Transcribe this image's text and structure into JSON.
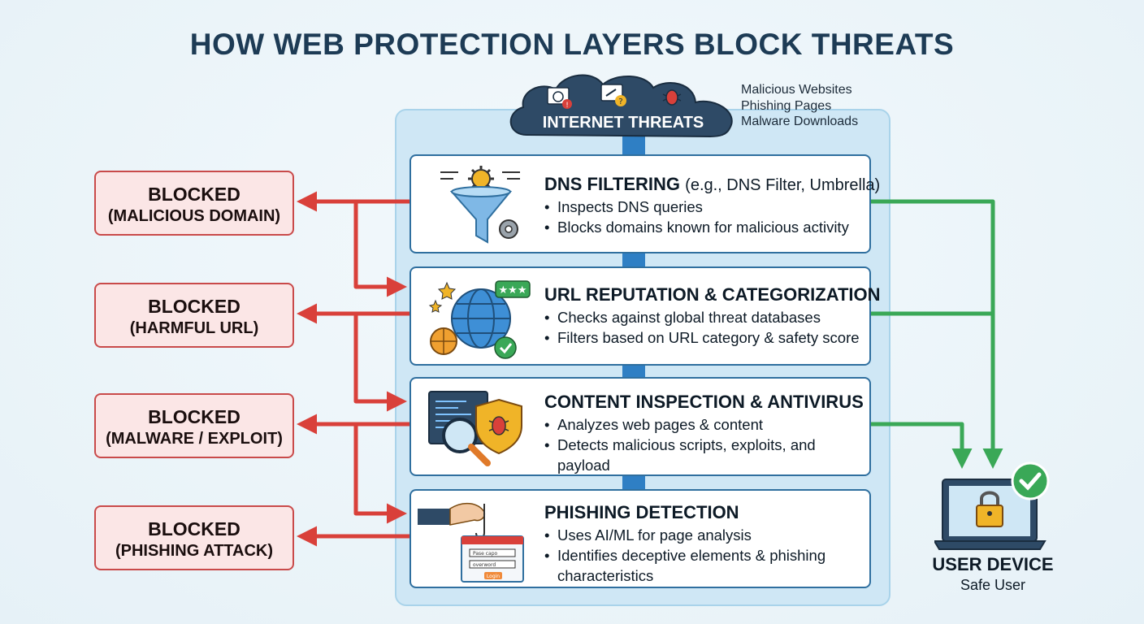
{
  "title": "HOW WEB PROTECTION LAYERS BLOCK THREATS",
  "threats": {
    "label": "INTERNET THREATS",
    "items": [
      "Malicious Websites",
      "Phishing Pages",
      "Malware Downloads"
    ]
  },
  "layers": [
    {
      "title": "DNS FILTERING",
      "subtitle": "(e.g., DNS Filter, Umbrella)",
      "bullets": [
        "Inspects DNS queries",
        "Blocks domains known for malicious activity"
      ]
    },
    {
      "title": "URL REPUTATION & CATEGORIZATION",
      "subtitle": "",
      "bullets": [
        "Checks against global threat databases",
        "Filters based on URL category & safety score"
      ]
    },
    {
      "title": "CONTENT INSPECTION & ANTIVIRUS",
      "subtitle": "",
      "bullets": [
        "Analyzes web pages & content",
        "Detects malicious scripts, exploits, and payload"
      ]
    },
    {
      "title": "PHISHING DETECTION",
      "subtitle": "",
      "bullets": [
        "Uses AI/ML for page analysis",
        "Identifies deceptive elements & phishing characteristics"
      ]
    }
  ],
  "blocked": [
    {
      "label": "BLOCKED",
      "reason": "(MALICIOUS DOMAIN)"
    },
    {
      "label": "BLOCKED",
      "reason": "(HARMFUL URL)"
    },
    {
      "label": "BLOCKED",
      "reason": "(MALWARE / EXPLOIT)"
    },
    {
      "label": "BLOCKED",
      "reason": "(PHISHING ATTACK)"
    }
  ],
  "device": {
    "title": "USER DEVICE",
    "subtitle": "Safe User"
  },
  "phishing_form": {
    "field1": "Pase capo",
    "field2": "overword",
    "button": "Login"
  },
  "colors": {
    "blocked_arrow": "#d9403a",
    "allowed_arrow": "#3aa857",
    "pipe": "#2f7fc4",
    "border": "#2f6f9f"
  }
}
